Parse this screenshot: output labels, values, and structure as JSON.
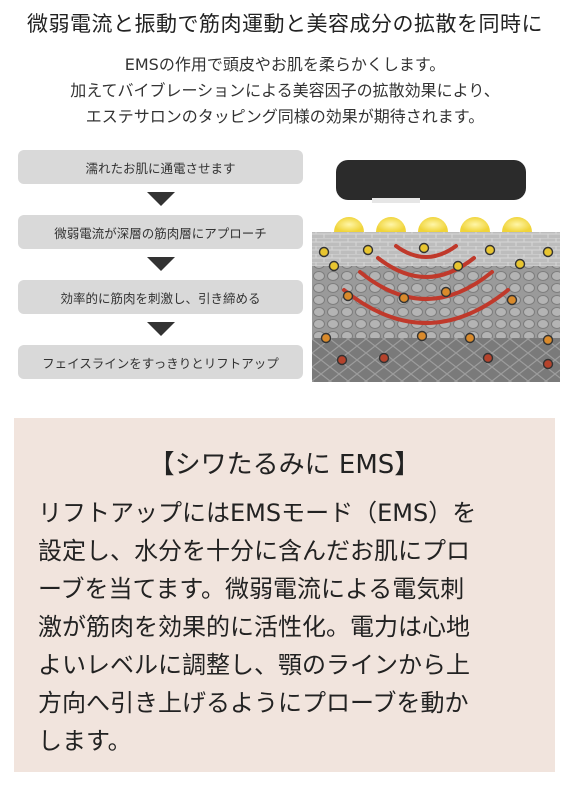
{
  "headline": "微弱電流と振動で筋肉運動と美容成分の拡散を同時に",
  "intro": {
    "lines": [
      "EMSの作用で頭皮やお肌を柔らかくします。",
      "加えてバイブレーションによる美容因子の拡散効果により、",
      "エステサロンのタッピング同様の効果が期待されます。"
    ]
  },
  "steps": [
    "濡れたお肌に通電させます",
    "微弱電流が深層の筋肉層にアプローチ",
    "効率的に筋肉を刺激し、引き締める",
    "フェイスラインをすっきりとリフトアップ"
  ],
  "panel": {
    "title": "【シワたるみに EMS】",
    "body_lines": [
      "リフトアップにはEMSモード（EMS）を",
      "設定し、水分を十分に含んだお肌にプロ",
      "ーブを当てます。微弱電流による電気刺",
      "激が筋肉を効果的に活性化。電力は心地",
      "よいレベルに調整し、顎のラインから上",
      "方向へ引き上げるようにプローブを動か",
      "します。"
    ]
  },
  "colors": {
    "panel_bg": "#f1e4dd",
    "step_bg": "#d9d9d9",
    "wave": "#c0392b",
    "probe": "#2b2b2b",
    "glow": "#f2dc4a"
  }
}
